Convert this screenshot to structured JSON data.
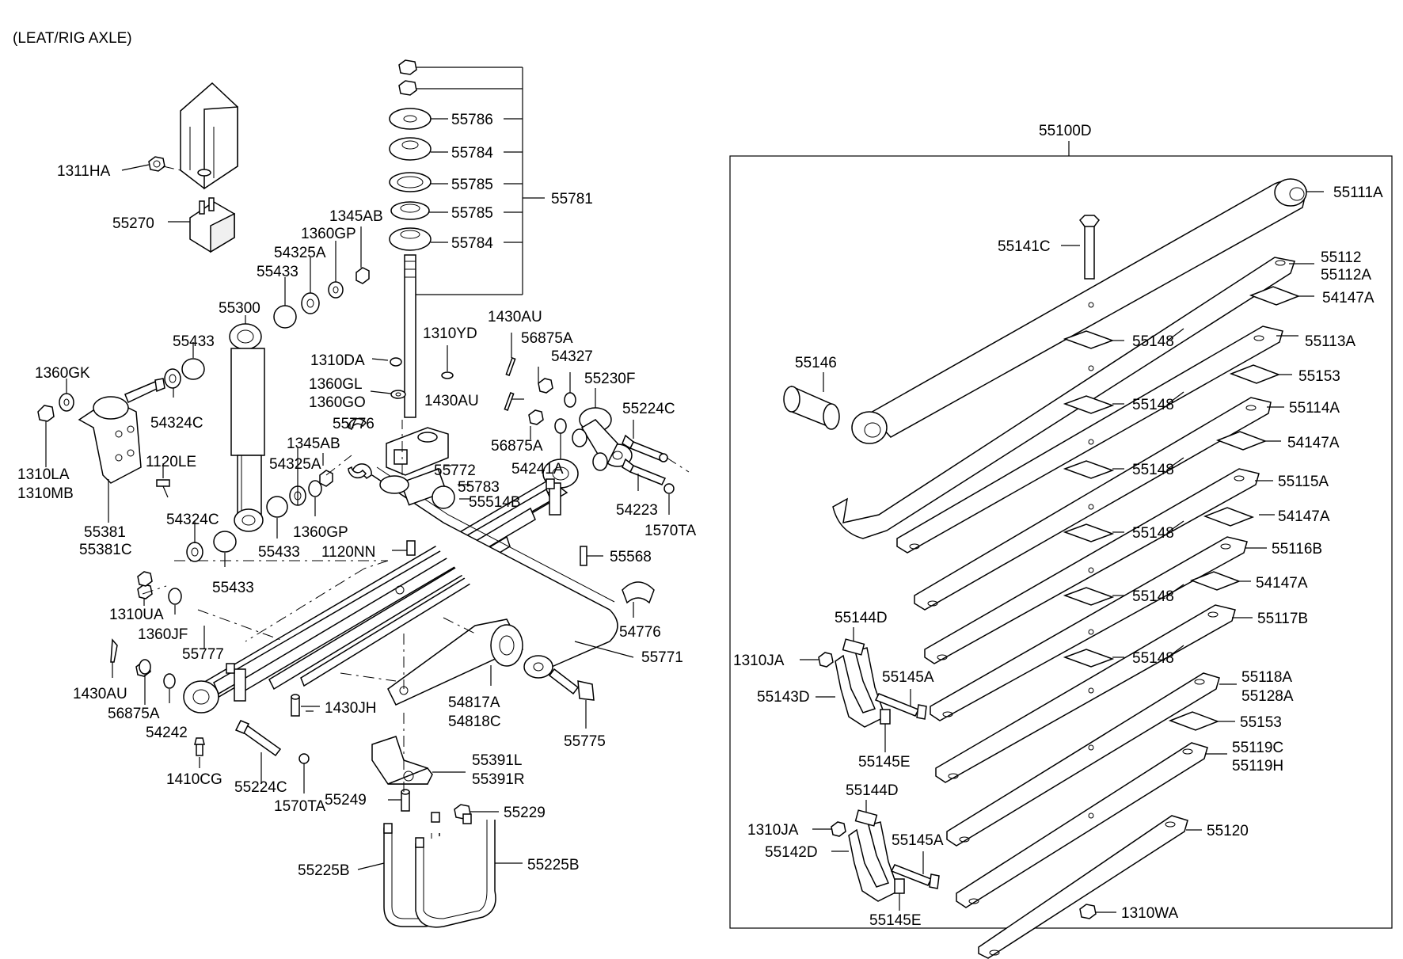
{
  "header": {
    "title": "(LEAT/RIG AXLE)"
  },
  "labels": {
    "p1311HA": "1311HA",
    "p55270": "55270",
    "p1345AB_a": "1345AB",
    "p1360GP_a": "1360GP",
    "p54325A_a": "54325A",
    "p55433_a": "55433",
    "p55300": "55300",
    "p55433_b": "55433",
    "p1360GK": "1360GK",
    "p54324C_a": "54324C",
    "p1310LA": "1310LA",
    "p1310MB": "1310MB",
    "p1120LE": "1120LE",
    "p55381": "55381",
    "p55381C": "55381C",
    "p54324C_b": "54324C",
    "p54325A_b": "54325A",
    "p1360GP_b": "1360GP",
    "p55433_c": "55433",
    "p55433_d": "55433",
    "p1310UA": "1310UA",
    "p1360JF": "1360JF",
    "p55777": "55777",
    "p1430AU_c": "1430AU",
    "p56875A_c": "56875A",
    "p54242": "54242",
    "p1410CG": "1410CG",
    "p55224C_b": "55224C",
    "p1570TA_b": "1570TA",
    "p1430JH": "1430JH",
    "p55786": "55786",
    "p55784_a": "55784",
    "p55785_a": "55785",
    "p55785_b": "55785",
    "p55784_b": "55784",
    "p55781": "55781",
    "p1310YD": "1310YD",
    "p1310DA": "1310DA",
    "p1360GL": "1360GL",
    "p1360GO": "1360GO",
    "p55776": "55776",
    "p1345AB_b": "1345AB",
    "p1430AU_a": "1430AU",
    "p56875A_a": "56875A",
    "p54327": "54327",
    "p1430AU_b": "1430AU",
    "p56875A_b": "56875A",
    "p55230F": "55230F",
    "p55224C_a": "55224C",
    "p54241A": "54241A",
    "p55772": "55772",
    "p55783": "55783",
    "p55514B": "55514B",
    "p54223": "54223",
    "p1570TA_a": "1570TA",
    "p1120NN": "1120NN",
    "p55568": "55568",
    "p54776": "54776",
    "p55771": "55771",
    "p54817A": "54817A",
    "p54818C": "54818C",
    "p55775": "55775",
    "p55391L": "55391L",
    "p55391R": "55391R",
    "p55249": "55249",
    "p55229": "55229",
    "p55225B_a": "55225B",
    "p55225B_b": "55225B",
    "p55100D": "55100D",
    "p55111A": "55111A",
    "p55141C": "55141C",
    "p55112": "55112",
    "p55112A": "55112A",
    "p54147A_a": "54147A",
    "p55146": "55146",
    "p55148_a": "55148",
    "p55113A": "55113A",
    "p55153_a": "55153",
    "p55148_b": "55148",
    "p55114A": "55114A",
    "p54147A_b": "54147A",
    "p55148_c": "55148",
    "p55115A": "55115A",
    "p54147A_c": "54147A",
    "p55148_d": "55148",
    "p55116B": "55116B",
    "p54147A_d": "54147A",
    "p55148_e": "55148",
    "p55117B": "55117B",
    "p55148_f": "55148",
    "p55118A": "55118A",
    "p55128A": "55128A",
    "p55153_b": "55153",
    "p55119C": "55119C",
    "p55119H": "55119H",
    "p55120": "55120",
    "p1310WA": "1310WA",
    "p55144D_a": "55144D",
    "p1310JA_a": "1310JA",
    "p55145A_a": "55145A",
    "p55143D": "55143D",
    "p55145E_a": "55145E",
    "p55144D_b": "55144D",
    "p1310JA_b": "1310JA",
    "p55145A_b": "55145A",
    "p55142D": "55142D",
    "p55145E_b": "55145E"
  }
}
